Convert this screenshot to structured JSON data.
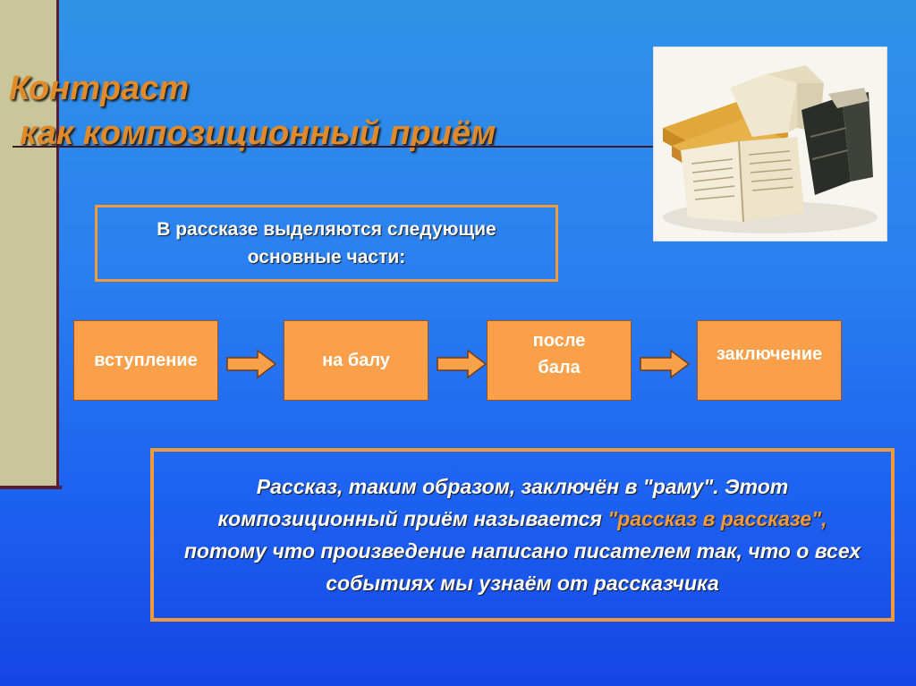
{
  "title": {
    "line1": "Контраст",
    "line2": "как композиционный приём"
  },
  "intro": {
    "text": "В рассказе выделяются следующие основные части:"
  },
  "steps": [
    {
      "label": "вступление"
    },
    {
      "label": "на балу"
    },
    {
      "label": "после бала"
    },
    {
      "label": "заключение"
    }
  ],
  "summary": {
    "part1": "Рассказ, таким образом, заключён в \"раму\". Этот композиционный приём называется ",
    "highlight": "\"рассказ в рассказе\",",
    "part2": " потому что произведение написано писателем так, что о всех событиях мы узнаём от рассказчика"
  },
  "colors": {
    "accent_orange": "#f09a3a",
    "step_fill": "#fba04a",
    "side_bar": "#c9c79a",
    "background_blue": "#2a7ff0"
  },
  "icons": {
    "arrow": "right-arrow-icon"
  }
}
